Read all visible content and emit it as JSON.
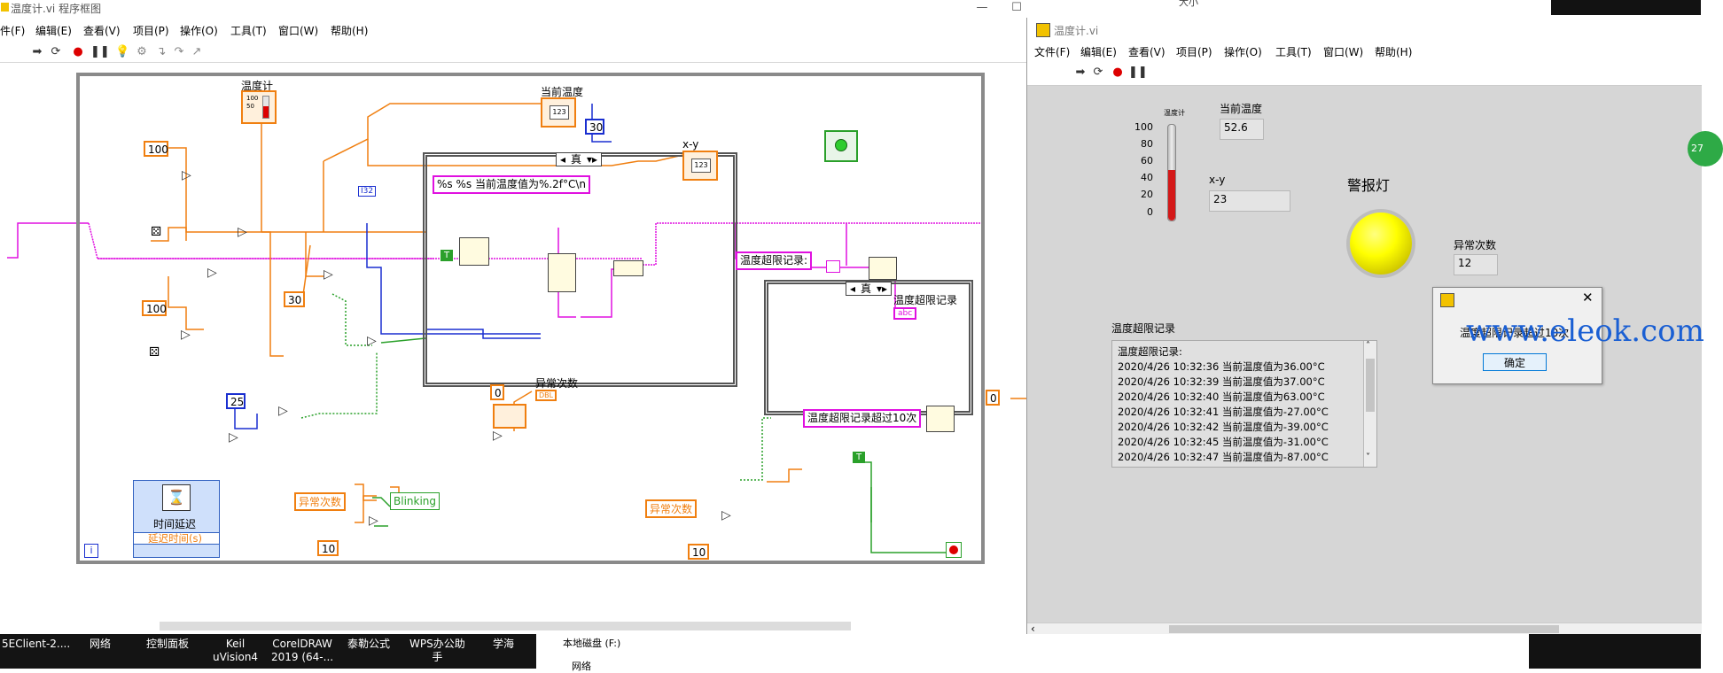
{
  "block_diagram": {
    "title": "温度计.vi 程序框图",
    "menu": [
      "件(F)",
      "编辑(E)",
      "查看(V)",
      "项目(P)",
      "操作(O)",
      "工具(T)",
      "窗口(W)",
      "帮助(H)"
    ],
    "window_buttons": [
      "—",
      "☐",
      "✕"
    ],
    "nodes": {
      "thermometer_label": "温度计",
      "current_temp_label": "当前温度",
      "xy_label": "x-y",
      "const_100a": "100",
      "const_100b": "100",
      "const_30a": "30",
      "const_30b": "30",
      "const_25": "25",
      "const_0": "0",
      "const_10a": "10",
      "const_10b": "10",
      "const_0_right": "0",
      "i32": "I32",
      "format_string": "%s %s 当前温度值为%.2f°C\\n",
      "limit_record_string": "温度超限记录:",
      "limit_record_label": "温度超限记录",
      "abc": "abc",
      "over10_string": "温度超限记录超过10次",
      "anomaly_label": "异常次数",
      "dbl": "DBL",
      "anomaly_ref_a": "异常次数",
      "anomaly_ref_b": "异常次数",
      "blinking": "Blinking",
      "case_true_a": "真",
      "case_true_b": "真",
      "bool_t_a": "T",
      "bool_t_b": "T",
      "time_delay": "时间延迟",
      "delay_param": "延迟时间(s)",
      "loop_i": "i"
    }
  },
  "front_panel": {
    "title": "温度计.vi",
    "menu": [
      "文件(F)",
      "编辑(E)",
      "查看(V)",
      "项目(P)",
      "操作(O)",
      "工具(T)",
      "窗口(W)",
      "帮助(H)"
    ],
    "thermometer": {
      "label": "温度计",
      "ticks": [
        "100",
        "80",
        "60",
        "40",
        "20",
        "0"
      ],
      "value": 52.6
    },
    "current_temp": {
      "label": "当前温度",
      "value": "52.6"
    },
    "xy": {
      "label": "x-y",
      "value": "23"
    },
    "alarm_light": {
      "label": "警报灯",
      "color": "#ffff00"
    },
    "anomaly_count": {
      "label": "异常次数",
      "value": "12"
    },
    "log": {
      "label": "温度超限记录",
      "lines": [
        "温度超限记录:",
        "2020/4/26 10:32:36 当前温度值为36.00°C",
        "2020/4/26 10:32:39 当前温度值为37.00°C",
        "2020/4/26 10:32:40 当前温度值为63.00°C",
        "2020/4/26 10:32:41 当前温度值为-27.00°C",
        "2020/4/26 10:32:42 当前温度值为-39.00°C",
        "2020/4/26 10:32:45 当前温度值为-31.00°C",
        "2020/4/26 10:32:47 当前温度值为-87.00°C"
      ]
    },
    "dialog": {
      "message": "温度超限记录超过10次",
      "ok": "确定"
    },
    "edge_badge": "27",
    "top_right_fragment": "大小"
  },
  "watermark": "www.eleok.com",
  "taskbar": {
    "items": [
      "5EClient-2....",
      "网络",
      "控制面板",
      "Keil\nuVision4",
      "CorelDRAW\n2019 (64-...",
      "泰勒公式",
      "WPS办公助\n手",
      "学海"
    ],
    "explorer_items": [
      "本地磁盘 (F:)",
      "网络"
    ]
  },
  "colors": {
    "orange_wire": "#f07f10",
    "pink_wire": "#e010e0",
    "blue_wire": "#1a2fd0",
    "green_wire": "#2aa02a",
    "panel_bg": "#d6d6d6"
  }
}
